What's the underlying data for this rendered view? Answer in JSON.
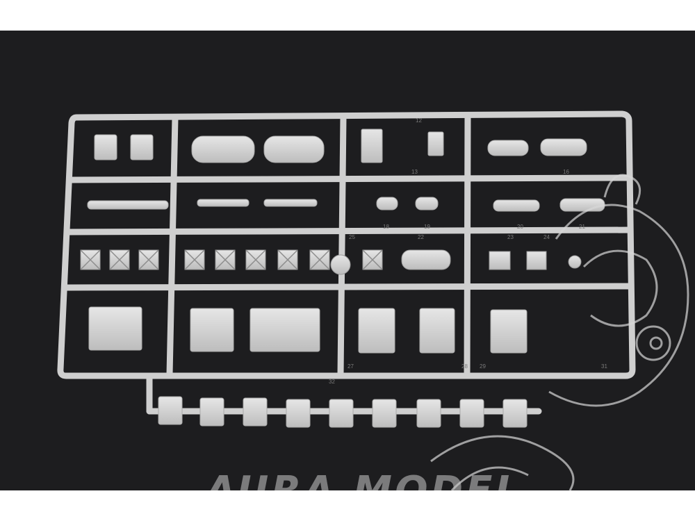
{
  "photo": {
    "subject": "plastic-model-sprue",
    "background_color": "#1d1d1f",
    "plastic_color": "#cfcfcf"
  },
  "part_numbers": [
    "12",
    "13",
    "16",
    "18",
    "19",
    "20",
    "21",
    "22",
    "23",
    "24",
    "25",
    "27",
    "28",
    "29",
    "31",
    "32"
  ],
  "watermark": {
    "text": "AURA MODEL",
    "logo": "cartoon-mascot-outline"
  }
}
